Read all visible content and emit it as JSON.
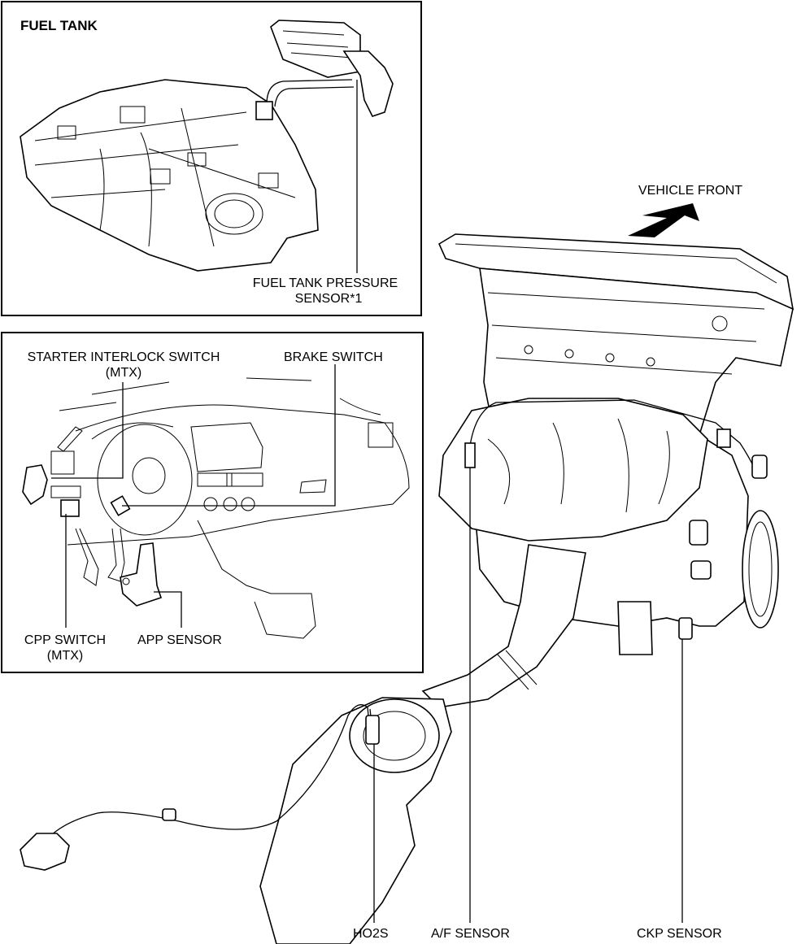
{
  "diagram": {
    "panels": {
      "fuel_tank": {
        "title": "FUEL TANK",
        "labels": {
          "fuel_tank_pressure_sensor_line1": "FUEL TANK PRESSURE",
          "fuel_tank_pressure_sensor_line2": "SENSOR*1"
        }
      },
      "dashboard": {
        "labels": {
          "starter_interlock_switch_line1": "STARTER INTERLOCK SWITCH",
          "starter_interlock_switch_line2": "(MTX)",
          "brake_switch": "BRAKE SWITCH",
          "cpp_switch_line1": "CPP SWITCH",
          "cpp_switch_line2": "(MTX)",
          "app_sensor": "APP SENSOR"
        }
      }
    },
    "engine": {
      "direction_label": "VEHICLE FRONT",
      "direction_icon": "arrow-up-right-icon",
      "labels": {
        "ho2s": "HO2S",
        "af_sensor": "A/F SENSOR",
        "ckp_sensor": "CKP SENSOR"
      }
    }
  }
}
